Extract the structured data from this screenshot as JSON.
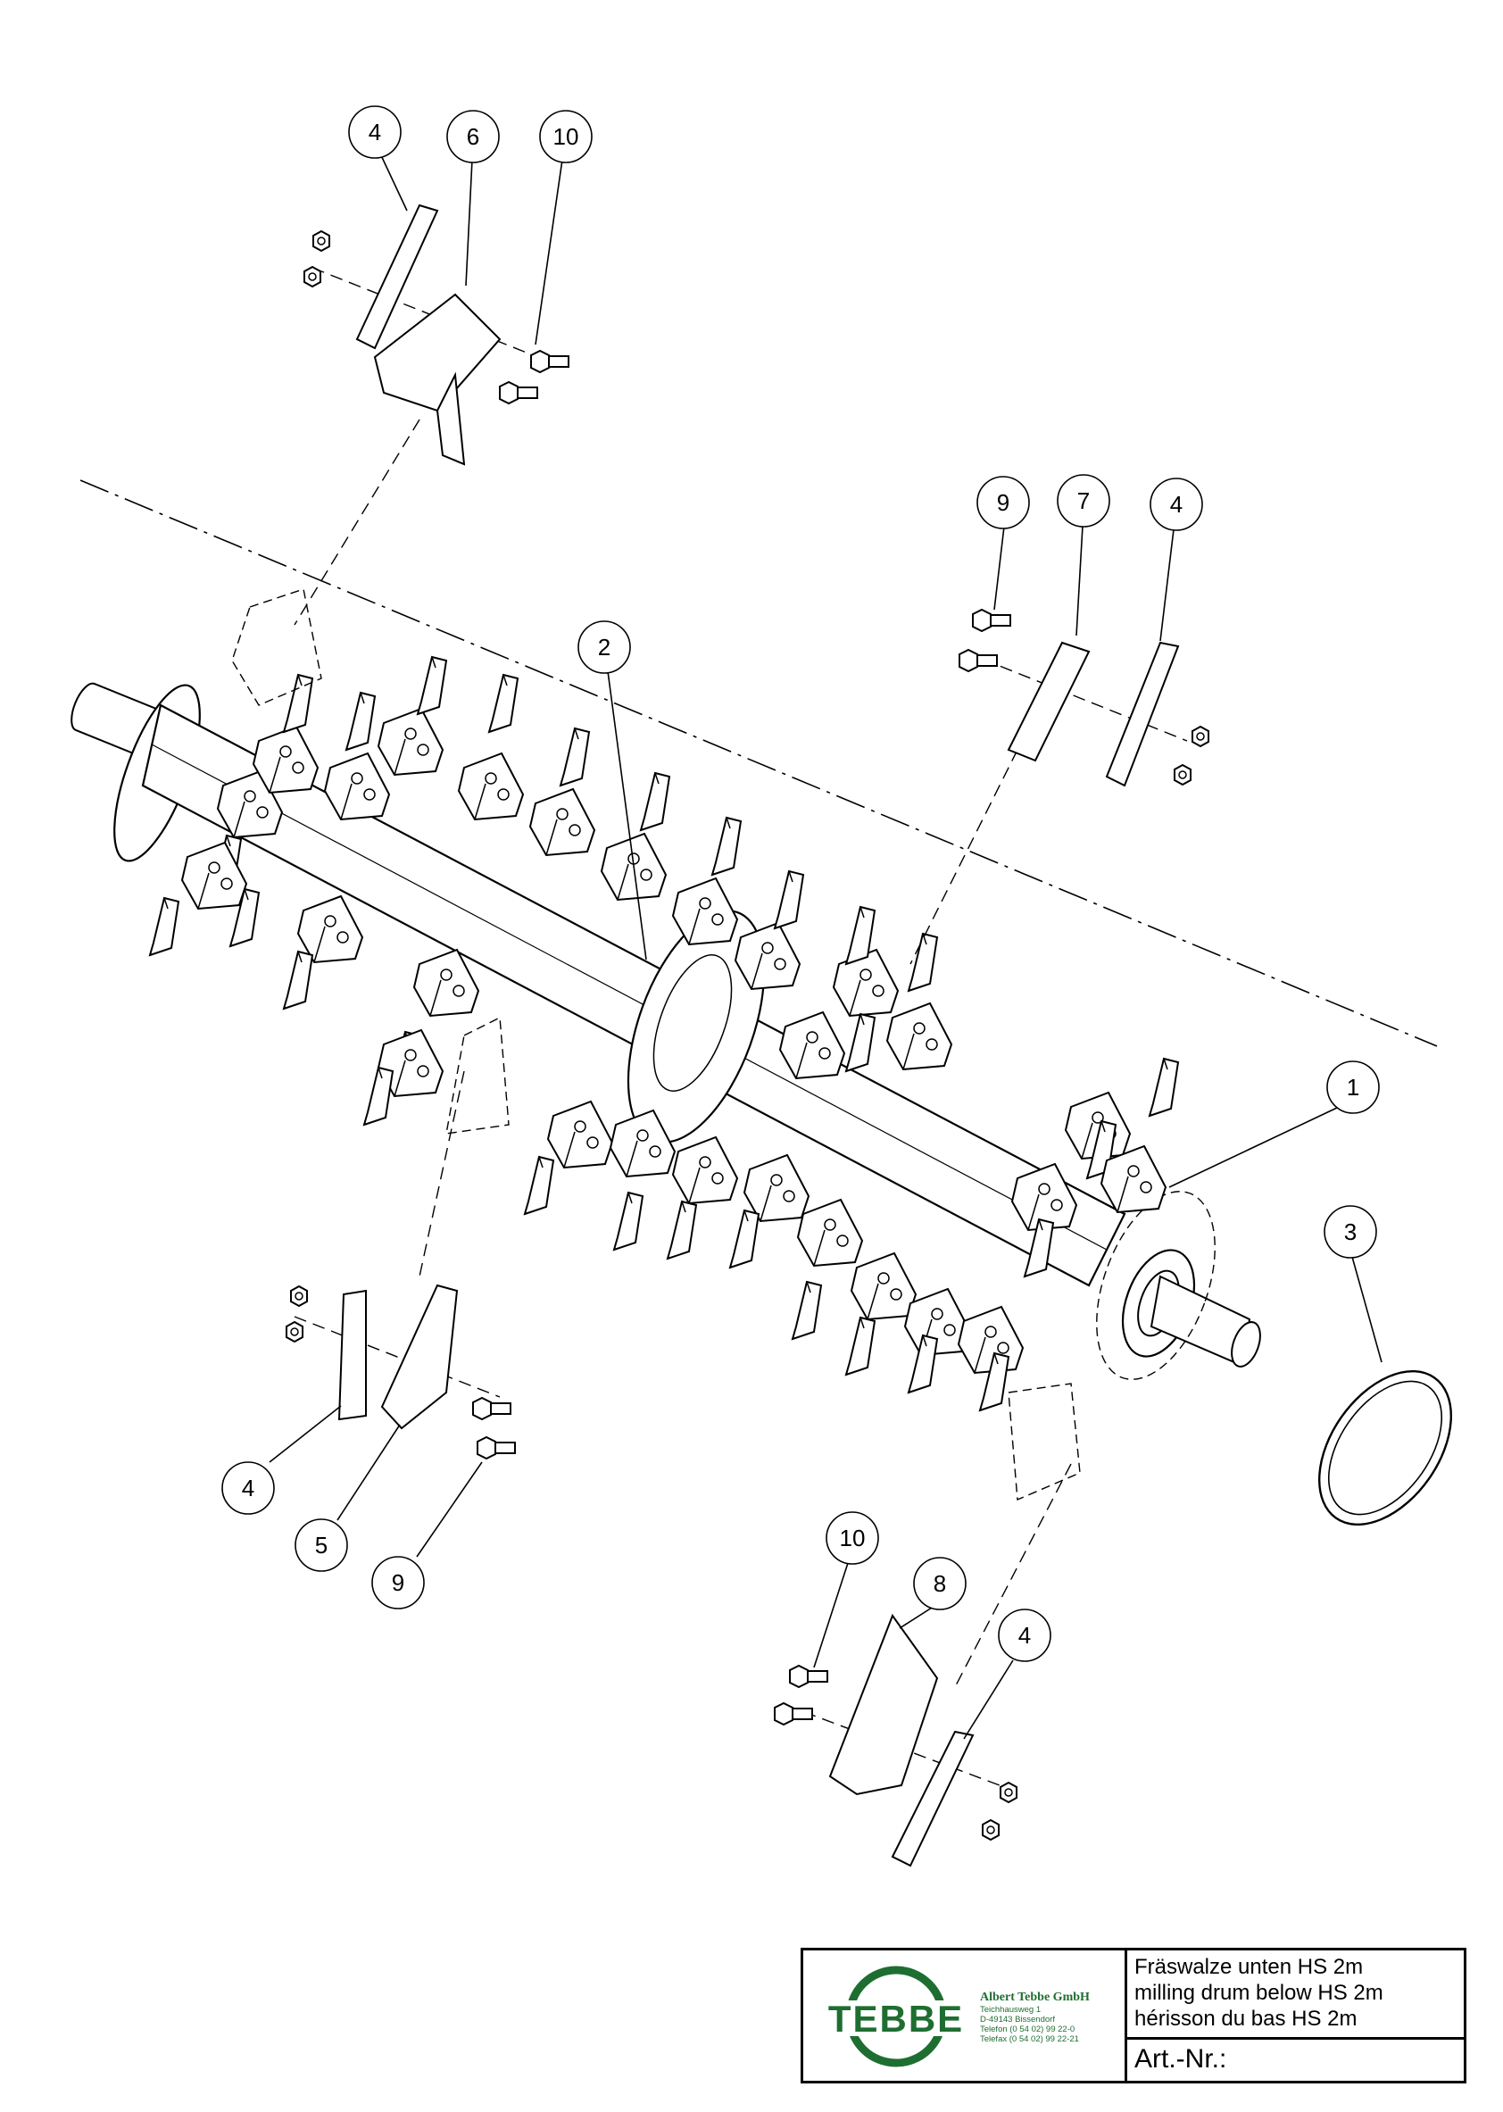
{
  "callouts": [
    {
      "id": "c-4a",
      "label": "4"
    },
    {
      "id": "c-6",
      "label": "6"
    },
    {
      "id": "c-10a",
      "label": "10"
    },
    {
      "id": "c-9a",
      "label": "9"
    },
    {
      "id": "c-7",
      "label": "7"
    },
    {
      "id": "c-4b",
      "label": "4"
    },
    {
      "id": "c-2",
      "label": "2"
    },
    {
      "id": "c-1",
      "label": "1"
    },
    {
      "id": "c-3",
      "label": "3"
    },
    {
      "id": "c-4c",
      "label": "4"
    },
    {
      "id": "c-5",
      "label": "5"
    },
    {
      "id": "c-9b",
      "label": "9"
    },
    {
      "id": "c-10b",
      "label": "10"
    },
    {
      "id": "c-8",
      "label": "8"
    },
    {
      "id": "c-4d",
      "label": "4"
    }
  ],
  "title_block": {
    "logo_text": "TEBBE",
    "company_name": "Albert Tebbe GmbH",
    "address_lines": [
      "Teichhausweg 1",
      "D-49143 Bissendorf",
      "Telefon (0 54 02) 99 22-0",
      "Telefax (0 54 02) 99 22-21"
    ],
    "title_de": "Fräswalze unten HS 2m",
    "title_en": "milling drum below HS 2m",
    "title_fr": "hérisson du bas HS 2m",
    "art_nr_label": "Art.-Nr.:"
  },
  "colors": {
    "line": "#000000",
    "brand_green": "#1f6e31"
  }
}
